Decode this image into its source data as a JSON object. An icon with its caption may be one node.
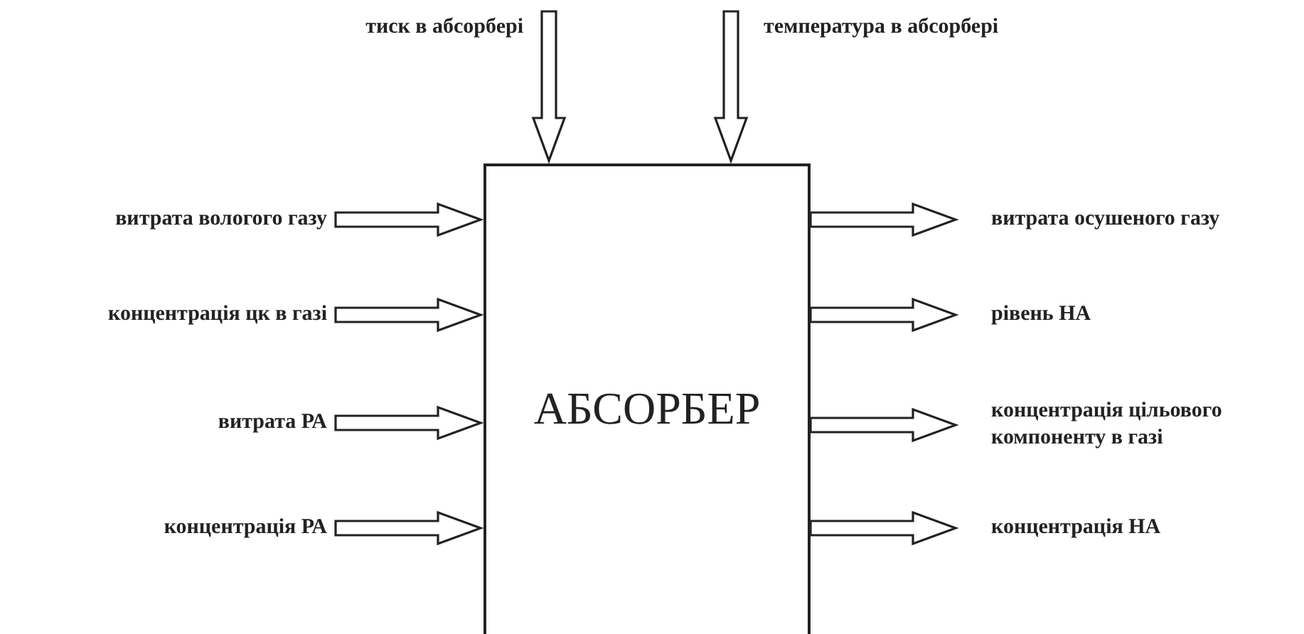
{
  "diagram": {
    "nodes": [
      {
        "text": [
          "тиск в абсорбері"
        ]
      },
      {
        "text": [
          "температура в абсорбері"
        ]
      },
      {
        "text": [
          "витрата вологого газу"
        ]
      },
      {
        "text": [
          "концентрація цк в газі"
        ]
      },
      {
        "text": [
          "витрата РА"
        ]
      },
      {
        "text": [
          "концентрація РА"
        ]
      },
      {
        "text": [
          "АБСОРБЕР"
        ]
      },
      {
        "text": [
          "витрата осушеного газу"
        ]
      },
      {
        "text": [
          "рівень НА"
        ]
      },
      {
        "text": [
          "концентрація цільового компоненту в газі"
        ]
      },
      {
        "text": [
          "концентрація НА"
        ]
      }
    ],
    "edges": [
      {
        "from": 0,
        "to": 6,
        "arrow": "to"
      },
      {
        "from": 1,
        "to": 6,
        "arrow": "to"
      },
      {
        "from": 2,
        "to": 6,
        "arrow": "to"
      },
      {
        "from": 3,
        "to": 6,
        "arrow": "to"
      },
      {
        "from": 4,
        "to": 6,
        "arrow": "to"
      },
      {
        "from": 5,
        "to": 6,
        "arrow": "to"
      },
      {
        "from": 6,
        "to": 7,
        "arrow": "to"
      },
      {
        "from": 6,
        "to": 8,
        "arrow": "to"
      },
      {
        "from": 6,
        "to": 9,
        "arrow": "to"
      },
      {
        "from": 6,
        "to": 10,
        "arrow": "to"
      }
    ]
  }
}
